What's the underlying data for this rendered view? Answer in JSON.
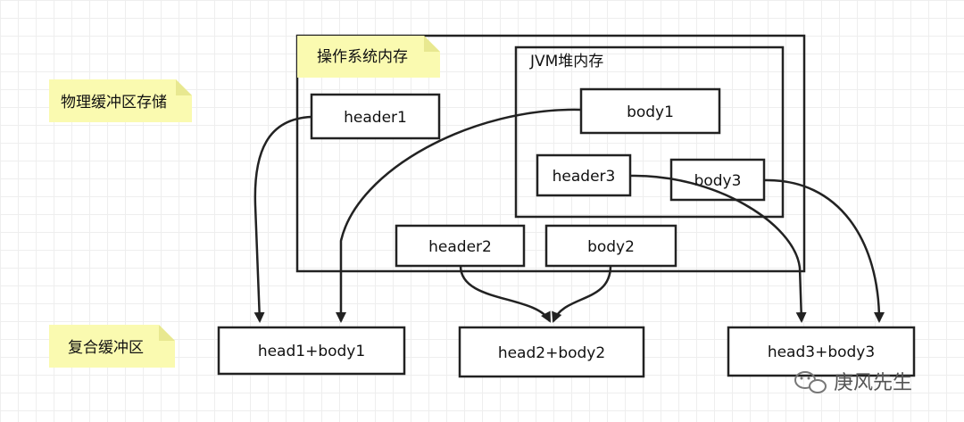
{
  "notes": {
    "physical_buffer": "物理缓冲区存储",
    "composite_buffer": "复合缓冲区",
    "os_memory": "操作系统内存"
  },
  "containers": {
    "jvm_heap": "JVM堆内存"
  },
  "boxes": {
    "header1": "header1",
    "body1": "body1",
    "header3": "header3",
    "body3": "body3",
    "header2": "header2",
    "body2": "body2",
    "composite1": "head1+body1",
    "composite2": "head2+body2",
    "composite3": "head3+body3"
  },
  "watermark": {
    "text": "庚风先生",
    "icon": "wechat-icon"
  },
  "colors": {
    "note_fill": "#fafab0",
    "stroke": "#222222",
    "grid": "#eeeeee"
  }
}
